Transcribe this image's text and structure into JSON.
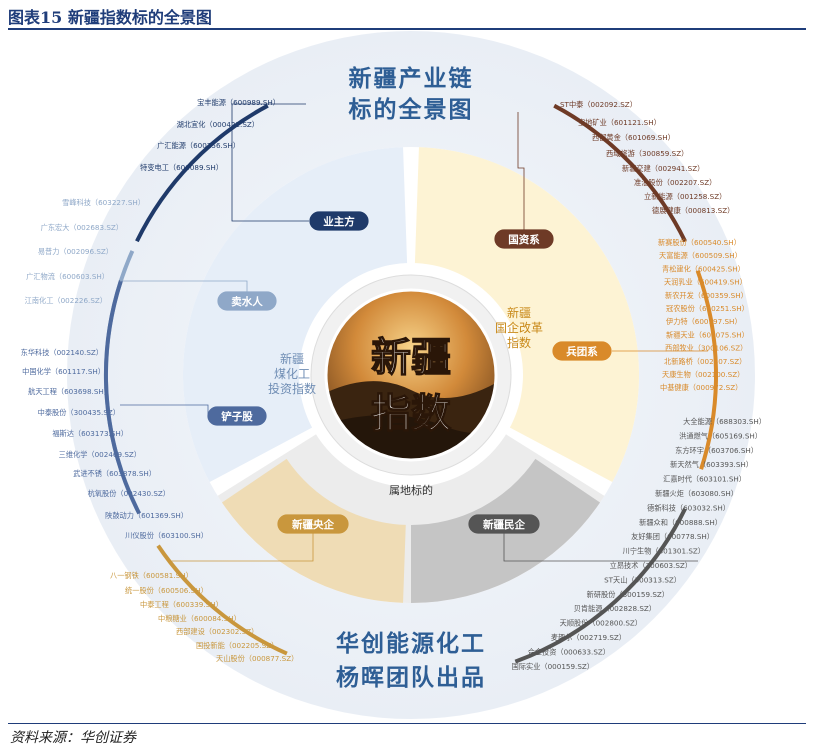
{
  "figure_title": "图表15 新疆指数标的全景图",
  "source": "资料来源：华创证券",
  "header": {
    "line1": "新疆产业链",
    "line2": "标的全景图"
  },
  "footer": {
    "line1": "华创能源化工",
    "line2": "杨晖团队出品"
  },
  "center": {
    "line1": "新疆",
    "line2": "指数"
  },
  "sectors": {
    "soe_reform": "新疆\n国企改革\n指数",
    "coal_chem": "新疆\n煤化工\n投资指数",
    "local": "属地标的"
  },
  "colors": {
    "navy": "#1f3a6a",
    "brown": "#6e3a26",
    "orange": "#d98a2a",
    "steel": "#8fa8c8",
    "gold": "#c9973d",
    "gray": "#555555",
    "midblue": "#4e6a9e"
  },
  "groups": [
    {
      "id": "yezhufang",
      "label": "业主方",
      "color": "#1f3a6a",
      "items": [
        "宝丰能源（600989.SH）",
        "湖北宜化（000422.SZ）",
        "广汇能源（600256.SH）",
        "特变电工（600089.SH）"
      ]
    },
    {
      "id": "guozixi",
      "label": "国资系",
      "color": "#6e3a26",
      "items": [
        "ST中泰（002092.SZ）",
        "宝地矿业（601121.SH）",
        "西部黄金（601069.SH）",
        "西域旅游（300859.SZ）",
        "新疆交建（002941.SZ）",
        "准油股份（002207.SZ）",
        "立新能源（001258.SZ）",
        "德展健康（000813.SZ）"
      ]
    },
    {
      "id": "bingtuanxi",
      "label": "兵团系",
      "color": "#d98a2a",
      "items": [
        "新赛股份（600540.SH）",
        "天富能源（600509.SH）",
        "青松建化（600425.SH）",
        "冠农股份（600251.SH）",
        "西部牧业（300106.SZ）",
        "北新路桥（002307.SZ）",
        "天康生物（002100.SZ）",
        "中基健康（000972.SZ）",
        "天润乳业（600419.SH）",
        "新农开发（600359.SH）",
        "伊力特（600197.SH）",
        "新疆天业（600075.SH）"
      ]
    },
    {
      "id": "maishuiren",
      "label": "卖水人",
      "color": "#8fa8c8",
      "items": [
        "雪峰科技（603227.SH）",
        "广东宏大（002683.SZ）",
        "易普力（002096.SZ）",
        "广汇物流（600603.SH）",
        "江南化工（002226.SZ）"
      ]
    },
    {
      "id": "chanzigu",
      "label": "铲子股",
      "color": "#4e6a9e",
      "items": [
        "东华科技（002140.SZ）",
        "中国化学（601117.SH）",
        "航天工程（603698.SH）",
        "中泰股份（300435.SZ）",
        "福斯达（603173.SH）",
        "三维化学（002469.SZ）",
        "武进不锈（603878.SH）",
        "杭氧股份（002430.SZ）",
        "陕鼓动力（601369.SH）",
        "川仪股份（603100.SH）"
      ]
    },
    {
      "id": "xinjiangyangqi",
      "label": "新疆央企",
      "color": "#c9973d",
      "items": [
        "八一钢铁（600581.SH）",
        "统一股份（600506.SH）",
        "中泰工程（600339.SH）",
        "中粮糖业（600084.SH）",
        "西部建设（002302.SZ）",
        "国投新能（002205.SZ）",
        "天山股份（000877.SZ）"
      ]
    },
    {
      "id": "xinjiangminqi",
      "label": "新疆民企",
      "color": "#555555",
      "items": [
        "大全能源（688303.SH）",
        "洪通燃气（605169.SH）",
        "东方环宇（603706.SH）",
        "新天然气（603393.SH）",
        "汇嘉时代（603101.SH）",
        "新疆火炬（603080.SH）",
        "德新科技（603032.SH）",
        "新疆众和（600888.SH）",
        "友好集团（600778.SH）",
        "川宁生物（301301.SZ）",
        "立昂技术（300603.SZ）",
        "ST天山（300313.SZ）",
        "新研股份（300159.SZ）",
        "贝肯能源（002828.SZ）",
        "天顺股份（002800.SZ）",
        "麦趣尔（002719.SZ）",
        "合金投资（000633.SZ）",
        "国际实业（000159.SZ）"
      ]
    }
  ]
}
